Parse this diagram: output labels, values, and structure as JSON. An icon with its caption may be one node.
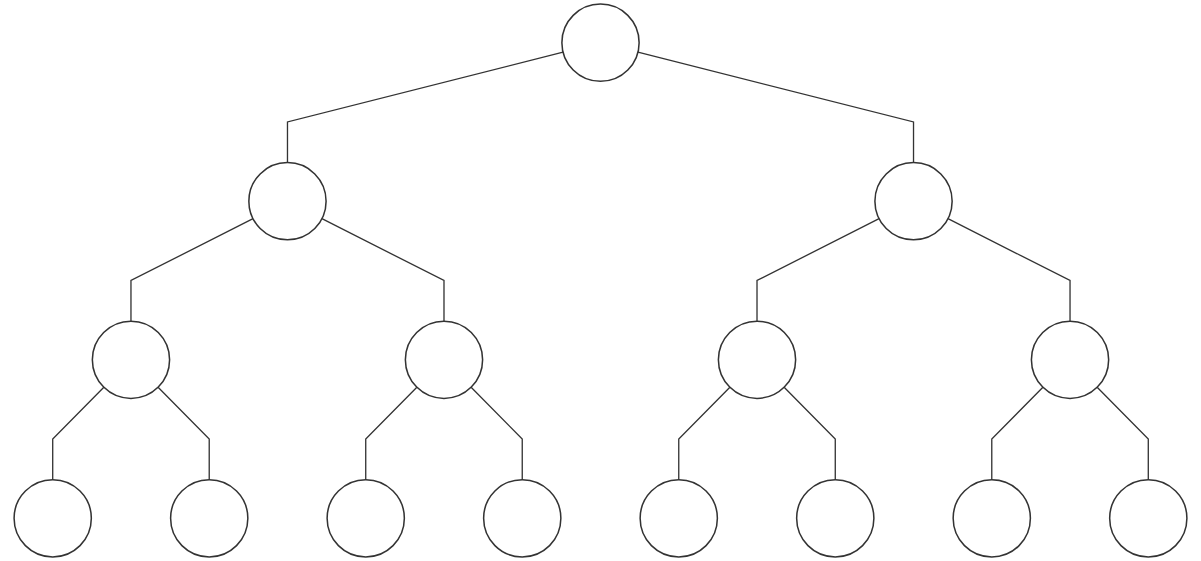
{
  "diagram": {
    "nodes": [
      {
        "text": [],
        "shape": "circle"
      },
      {
        "text": [],
        "shape": "circle"
      },
      {
        "text": [],
        "shape": "circle"
      },
      {
        "text": [],
        "shape": "circle"
      },
      {
        "text": [],
        "shape": "circle"
      },
      {
        "text": [],
        "shape": "circle"
      },
      {
        "text": [],
        "shape": "circle"
      },
      {
        "text": [],
        "shape": "circle"
      },
      {
        "text": [],
        "shape": "circle"
      },
      {
        "text": [],
        "shape": "circle"
      },
      {
        "text": [],
        "shape": "circle"
      },
      {
        "text": [],
        "shape": "circle"
      },
      {
        "text": [],
        "shape": "circle"
      },
      {
        "text": [],
        "shape": "circle"
      },
      {
        "text": [],
        "shape": "circle"
      }
    ],
    "edges": [
      {
        "from": 0,
        "to": 1,
        "arrow": "none"
      },
      {
        "from": 0,
        "to": 2,
        "arrow": "none"
      },
      {
        "from": 1,
        "to": 3,
        "arrow": "none"
      },
      {
        "from": 1,
        "to": 4,
        "arrow": "none"
      },
      {
        "from": 2,
        "to": 5,
        "arrow": "none"
      },
      {
        "from": 2,
        "to": 6,
        "arrow": "none"
      },
      {
        "from": 3,
        "to": 7,
        "arrow": "none"
      },
      {
        "from": 3,
        "to": 8,
        "arrow": "none"
      },
      {
        "from": 4,
        "to": 9,
        "arrow": "none"
      },
      {
        "from": 4,
        "to": 10,
        "arrow": "none"
      },
      {
        "from": 5,
        "to": 11,
        "arrow": "none"
      },
      {
        "from": 5,
        "to": 12,
        "arrow": "none"
      },
      {
        "from": 6,
        "to": 13,
        "arrow": "none"
      },
      {
        "from": 6,
        "to": 14,
        "arrow": "none"
      }
    ]
  }
}
